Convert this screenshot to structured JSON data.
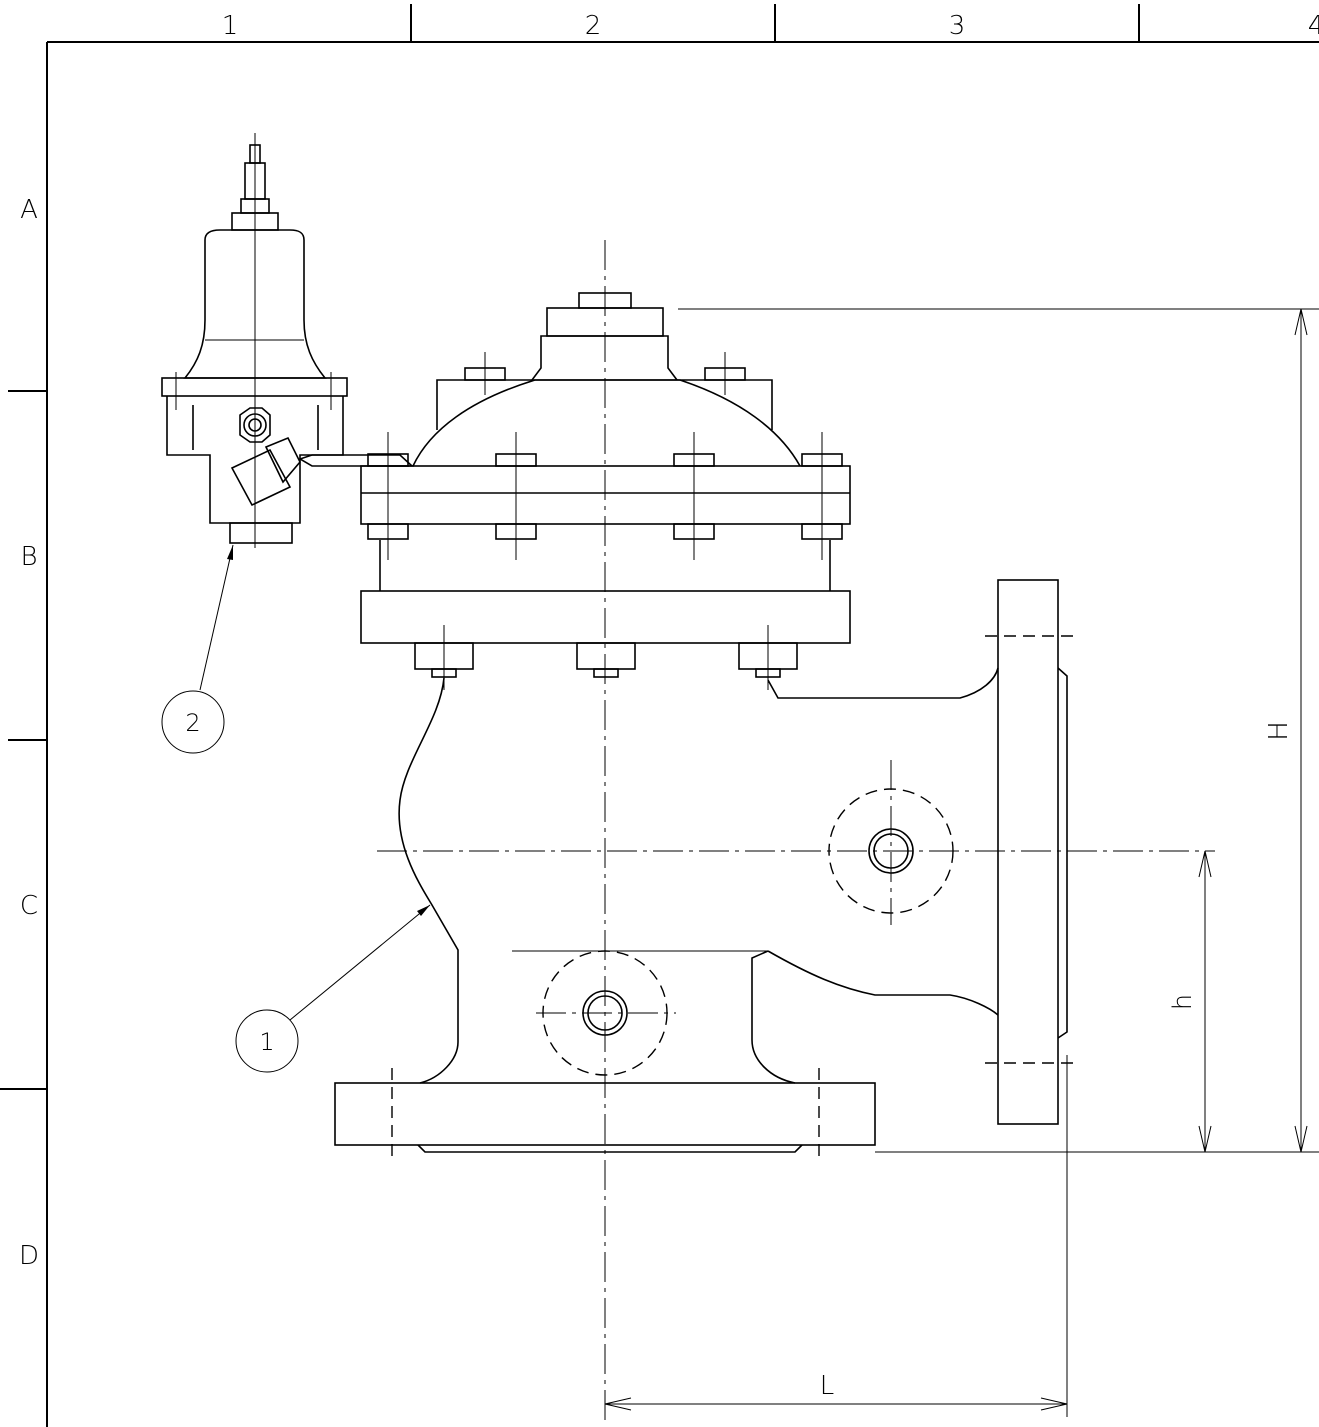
{
  "sheet": {
    "columns": [
      "1",
      "2",
      "3",
      "4"
    ],
    "rows": [
      "A",
      "B",
      "C",
      "D"
    ]
  },
  "callouts": [
    {
      "number": "1",
      "target": "main-valve-body"
    },
    {
      "number": "2",
      "target": "pilot-valve"
    }
  ],
  "dimensions": {
    "overall_height": "H",
    "centerline_height": "h",
    "face_to_center": "L"
  }
}
